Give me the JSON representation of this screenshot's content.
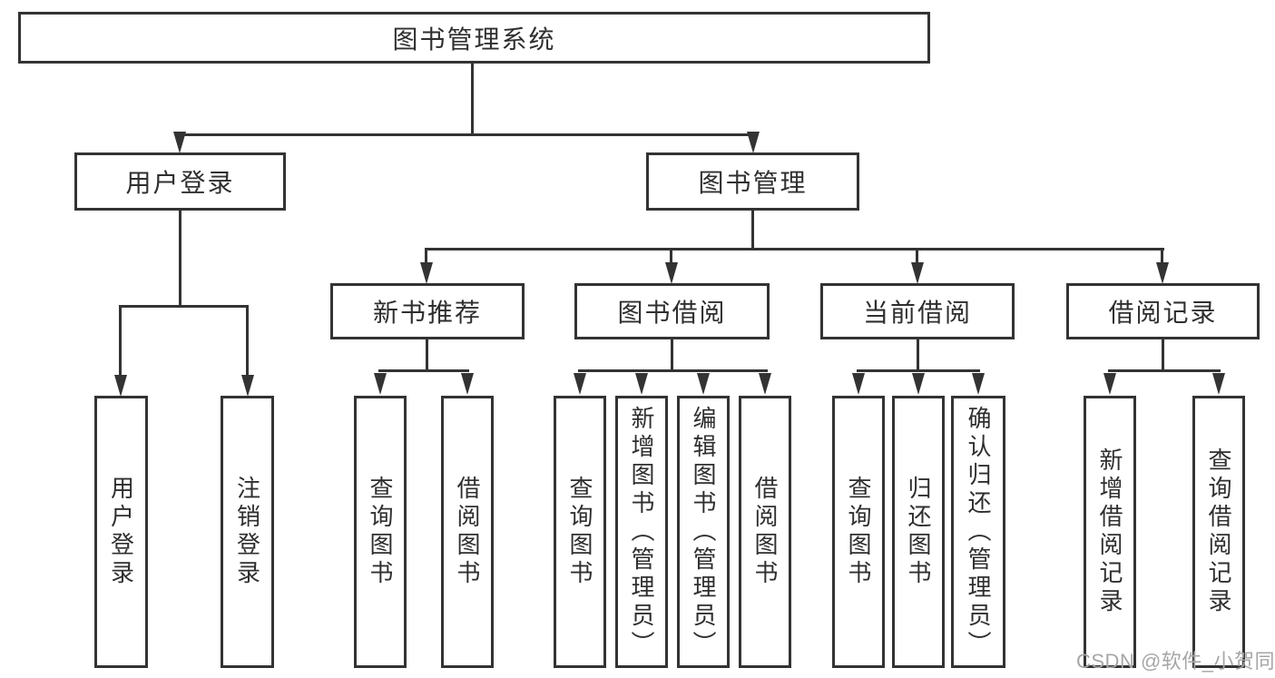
{
  "diagram": {
    "root": {
      "label": "图书管理系统"
    },
    "branches": [
      {
        "label": "用户登录",
        "children": [
          {
            "label": "用户登录"
          },
          {
            "label": "注销登录"
          }
        ]
      },
      {
        "label": "图书管理",
        "sections": [
          {
            "label": "新书推荐",
            "children": [
              {
                "label": "查询图书"
              },
              {
                "label": "借阅图书"
              }
            ]
          },
          {
            "label": "图书借阅",
            "children": [
              {
                "label": "查询图书"
              },
              {
                "label": "新增图书（管理员）"
              },
              {
                "label": "编辑图书（管理员）"
              },
              {
                "label": "借阅图书"
              }
            ]
          },
          {
            "label": "当前借阅",
            "children": [
              {
                "label": "查询图书"
              },
              {
                "label": "归还图书"
              },
              {
                "label": "确认归还（管理员）"
              }
            ]
          },
          {
            "label": "借阅记录",
            "children": [
              {
                "label": "新增借阅记录"
              },
              {
                "label": "查询借阅记录"
              }
            ]
          }
        ]
      }
    ],
    "watermark": "CSDN @软件_小贺同学"
  },
  "colors": {
    "line": "#333333",
    "text": "#2f2f2f",
    "watermark": "#a6a6a6",
    "background": "#ffffff"
  }
}
